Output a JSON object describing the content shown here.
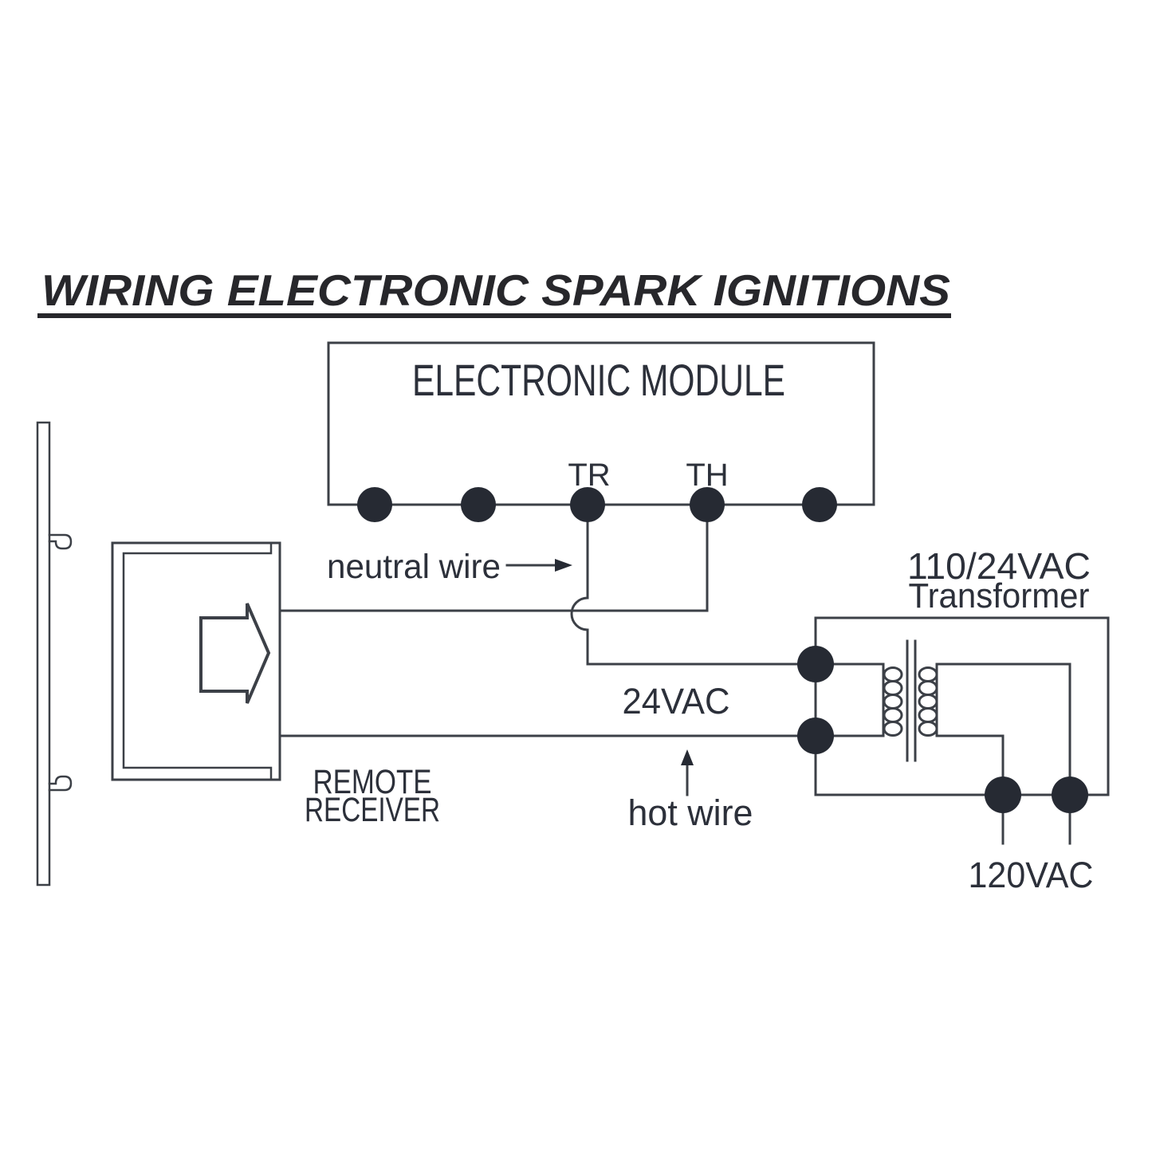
{
  "colors": {
    "background": "#ffffff",
    "line": "#3c4047",
    "dot": "#262a33",
    "text": "#2c303a",
    "title": "#27272b"
  },
  "title": {
    "text": "WIRING ELECTRONIC SPARK IGNITIONS"
  },
  "module": {
    "label": "ELECTRONIC MODULE",
    "terminal_tr": "TR",
    "terminal_th": "TH"
  },
  "receiver": {
    "line1": "REMOTE",
    "line2": "RECEIVER"
  },
  "transformer": {
    "line1": "110/24VAC",
    "line2": "Transformer"
  },
  "labels": {
    "neutral_wire": "neutral wire",
    "vac24": "24VAC",
    "hot_wire": "hot wire",
    "vac120": "120VAC"
  }
}
